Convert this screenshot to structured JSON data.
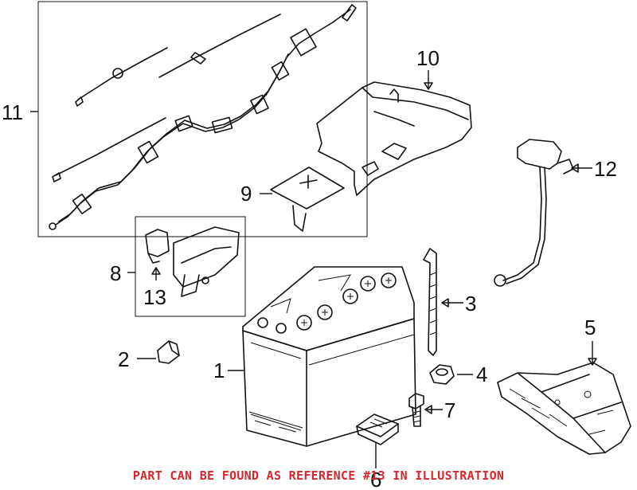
{
  "callouts": {
    "c1": "1",
    "c2": "2",
    "c3": "3",
    "c4": "4",
    "c5": "5",
    "c6": "6",
    "c7": "7",
    "c8": "8",
    "c9": "9",
    "c10": "10",
    "c11": "11",
    "c12": "12",
    "c13": "13"
  },
  "footer_note": "PART CAN BE FOUND AS REFERENCE #13 IN ILLUSTRATION",
  "colors": {
    "note": "#d8262d",
    "line": "#111111"
  }
}
